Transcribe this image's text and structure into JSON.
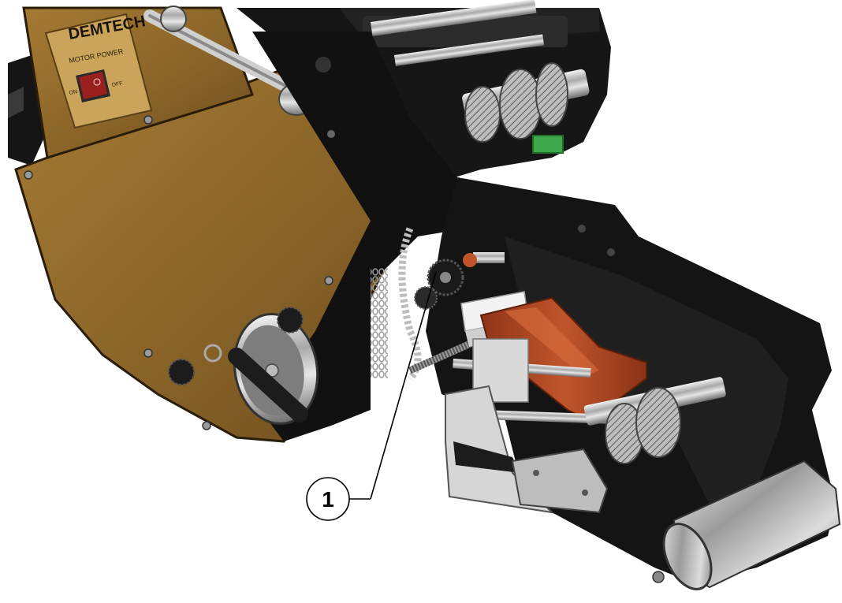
{
  "brand": {
    "logo_text": "DEMTECH"
  },
  "power_panel": {
    "label": "MOTOR POWER",
    "on_label": "ON",
    "off_label": "OFF"
  },
  "callouts": [
    {
      "number": "1"
    }
  ],
  "colors": {
    "gold_plate": "#8a6428",
    "frame_black": "#141414",
    "copper_wedge": "#b24a25",
    "chrome": "#c9c9c9",
    "switch_red": "#9a1f1f"
  }
}
